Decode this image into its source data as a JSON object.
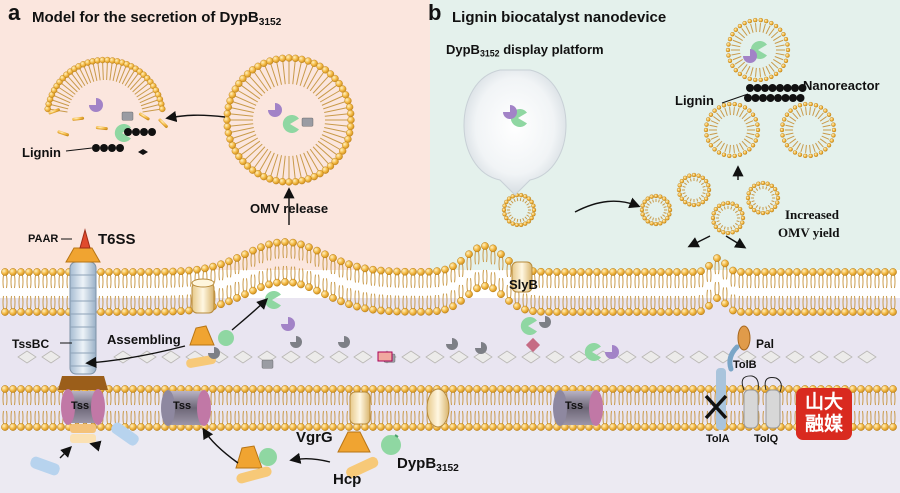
{
  "panel_a": {
    "letter": "a",
    "title_main": "Model for the secretion of DypB",
    "title_sub": "3152"
  },
  "panel_b": {
    "letter": "b",
    "title": "Lignin biocatalyst nanodevice",
    "display_main": "DypB",
    "display_sub": "3152",
    "display_rest": " display platform"
  },
  "labels": {
    "lignin_a": "Lignin",
    "lignin_b": "Lignin",
    "nanoreactor": "Nanoreactor",
    "omv_release": "OMV release",
    "increased": "Increased",
    "omv_yield": "OMV yield",
    "slyb": "SlyB",
    "pal": "Pal",
    "tolb": "TolB",
    "tola": "TolA",
    "tolq": "TolQ",
    "paar": "PAAR",
    "t6ss": "T6SS",
    "tssbc": "TssBC",
    "assembling": "Assembling",
    "tss": "Tss",
    "vgrg": "VgrG",
    "hcp": "Hcp",
    "dypb_main": "DypB",
    "dypb_sub": "3152"
  },
  "watermark": {
    "line1": "山大",
    "line2": "融媒"
  },
  "colors": {
    "panel_a_bg": "#fbe6de",
    "panel_b_bg": "#e4f1ec",
    "cytoplasm_bg": "#e6e1ef",
    "lipid_head": "#f4ba45",
    "lipid_edge": "#b77b12",
    "dypb": "#8fd7a2",
    "lignin": "#111111",
    "watermark": "#d92a1f"
  }
}
